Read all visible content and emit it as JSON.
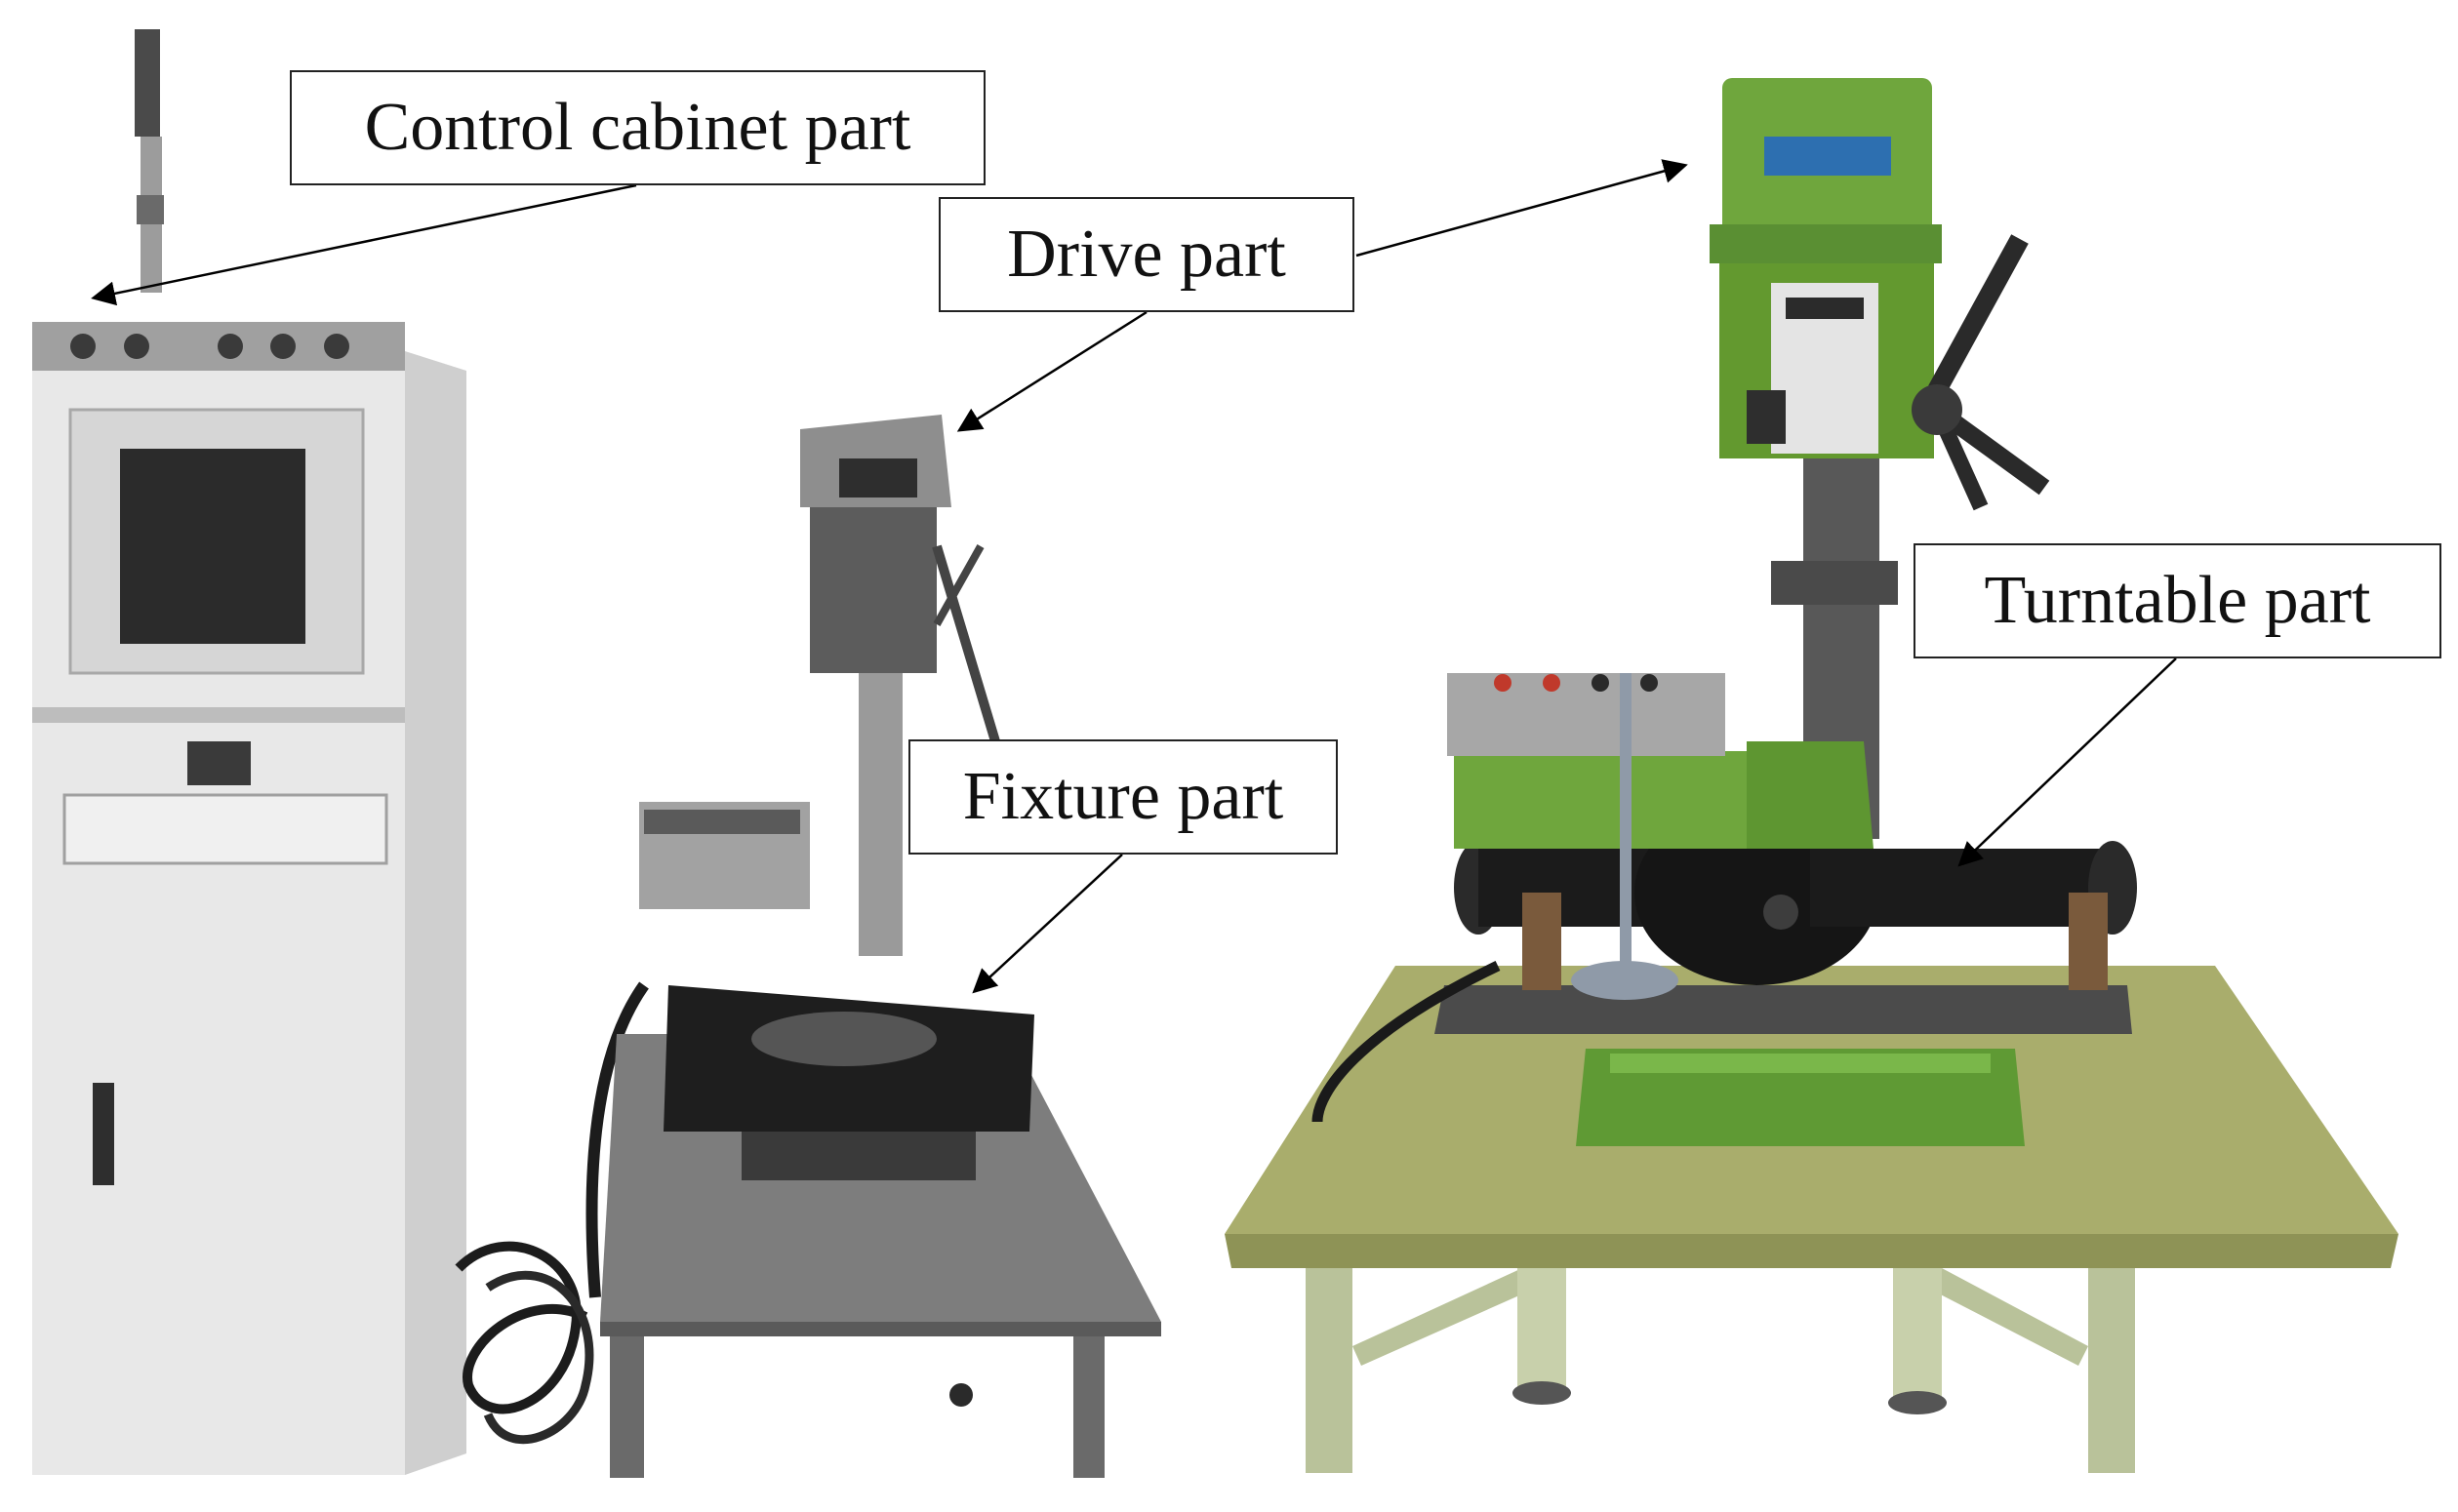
{
  "labels": {
    "control_cabinet": "Control cabinet part",
    "drive": "Drive part",
    "fixture": "Fixture part",
    "turntable": "Turntable part"
  },
  "colors": {
    "background": "#ffffff",
    "cabinet_body": "#e6e6e6",
    "cabinet_trim": "#9a9a9a",
    "gray_table": "#7c7c7c",
    "machine_green": "#6fa63d",
    "machine_green_dark": "#4f7f2a",
    "table_top": "#a9ad6c",
    "table_legs": "#b9c29a",
    "fixture_black": "#1b1b1b",
    "arrow": "#000000"
  },
  "scene": {
    "left_photo": "grayscale photo of control cabinet and drill press test rig",
    "right_photo": "color photo of green drill press with turntable and fixture on olive table"
  }
}
